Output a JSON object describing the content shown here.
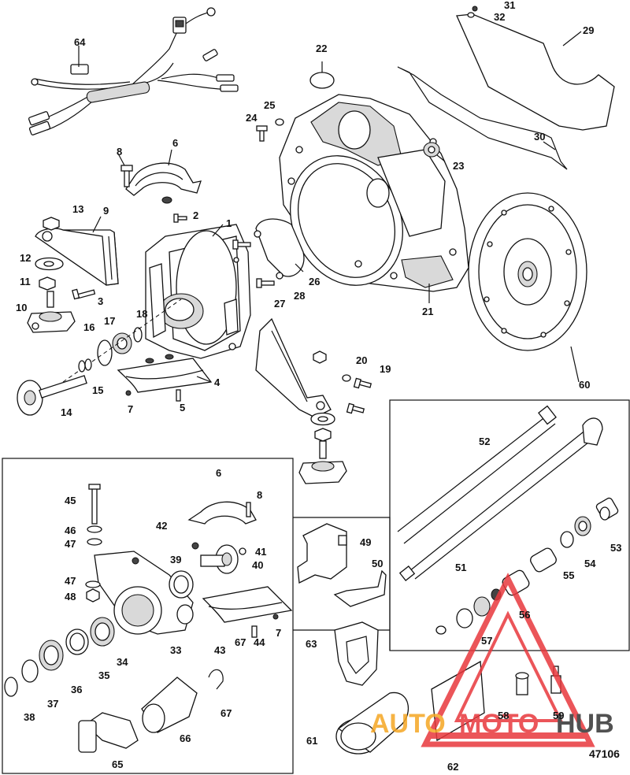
{
  "diagram": {
    "figure_number": "47106",
    "callouts": [
      {
        "id": "c1",
        "label": "1"
      },
      {
        "id": "c2",
        "label": "2"
      },
      {
        "id": "c3",
        "label": "3"
      },
      {
        "id": "c4",
        "label": "4"
      },
      {
        "id": "c5",
        "label": "5"
      },
      {
        "id": "c6",
        "label": "6"
      },
      {
        "id": "c7",
        "label": "7"
      },
      {
        "id": "c8",
        "label": "8"
      },
      {
        "id": "c9",
        "label": "9"
      },
      {
        "id": "c10",
        "label": "10"
      },
      {
        "id": "c11",
        "label": "11"
      },
      {
        "id": "c12",
        "label": "12"
      },
      {
        "id": "c13",
        "label": "13"
      },
      {
        "id": "c14",
        "label": "14"
      },
      {
        "id": "c15",
        "label": "15"
      },
      {
        "id": "c16",
        "label": "16"
      },
      {
        "id": "c17",
        "label": "17"
      },
      {
        "id": "c18",
        "label": "18"
      },
      {
        "id": "c19",
        "label": "19"
      },
      {
        "id": "c20",
        "label": "20"
      },
      {
        "id": "c21",
        "label": "21"
      },
      {
        "id": "c22",
        "label": "22"
      },
      {
        "id": "c23",
        "label": "23"
      },
      {
        "id": "c24",
        "label": "24"
      },
      {
        "id": "c25",
        "label": "25"
      },
      {
        "id": "c26",
        "label": "26"
      },
      {
        "id": "c27",
        "label": "27"
      },
      {
        "id": "c28",
        "label": "28"
      },
      {
        "id": "c29",
        "label": "29"
      },
      {
        "id": "c30",
        "label": "30"
      },
      {
        "id": "c31",
        "label": "31"
      },
      {
        "id": "c32",
        "label": "32"
      },
      {
        "id": "c33",
        "label": "33"
      },
      {
        "id": "c34",
        "label": "34"
      },
      {
        "id": "c35",
        "label": "35"
      },
      {
        "id": "c36",
        "label": "36"
      },
      {
        "id": "c37",
        "label": "37"
      },
      {
        "id": "c38",
        "label": "38"
      },
      {
        "id": "c39",
        "label": "39"
      },
      {
        "id": "c40",
        "label": "40"
      },
      {
        "id": "c41",
        "label": "41"
      },
      {
        "id": "c42",
        "label": "42"
      },
      {
        "id": "c43",
        "label": "43"
      },
      {
        "id": "c44",
        "label": "44"
      },
      {
        "id": "c45",
        "label": "45"
      },
      {
        "id": "c46",
        "label": "46"
      },
      {
        "id": "c47a",
        "label": "47"
      },
      {
        "id": "c47b",
        "label": "47"
      },
      {
        "id": "c48",
        "label": "48"
      },
      {
        "id": "c49",
        "label": "49"
      },
      {
        "id": "c50",
        "label": "50"
      },
      {
        "id": "c51",
        "label": "51"
      },
      {
        "id": "c52",
        "label": "52"
      },
      {
        "id": "c53",
        "label": "53"
      },
      {
        "id": "c54",
        "label": "54"
      },
      {
        "id": "c55",
        "label": "55"
      },
      {
        "id": "c56",
        "label": "56"
      },
      {
        "id": "c57",
        "label": "57"
      },
      {
        "id": "c58",
        "label": "58"
      },
      {
        "id": "c59",
        "label": "59"
      },
      {
        "id": "c60",
        "label": "60"
      },
      {
        "id": "c61",
        "label": "61"
      },
      {
        "id": "c62",
        "label": "62"
      },
      {
        "id": "c63",
        "label": "63"
      },
      {
        "id": "c64",
        "label": "64"
      },
      {
        "id": "c65",
        "label": "65"
      },
      {
        "id": "c66",
        "label": "66"
      },
      {
        "id": "c67a",
        "label": "67"
      },
      {
        "id": "c67b",
        "label": "67"
      },
      {
        "id": "c7b",
        "label": "7"
      },
      {
        "id": "c6b",
        "label": "6"
      },
      {
        "id": "c8b",
        "label": "8"
      }
    ]
  },
  "watermark": {
    "text_part1": "AUTO",
    "text_part2": "MOTO",
    "text_part3": "HUB",
    "color_primary": "#e8383d",
    "color_secondary": "#f5a623",
    "color_dark": "#333333"
  }
}
